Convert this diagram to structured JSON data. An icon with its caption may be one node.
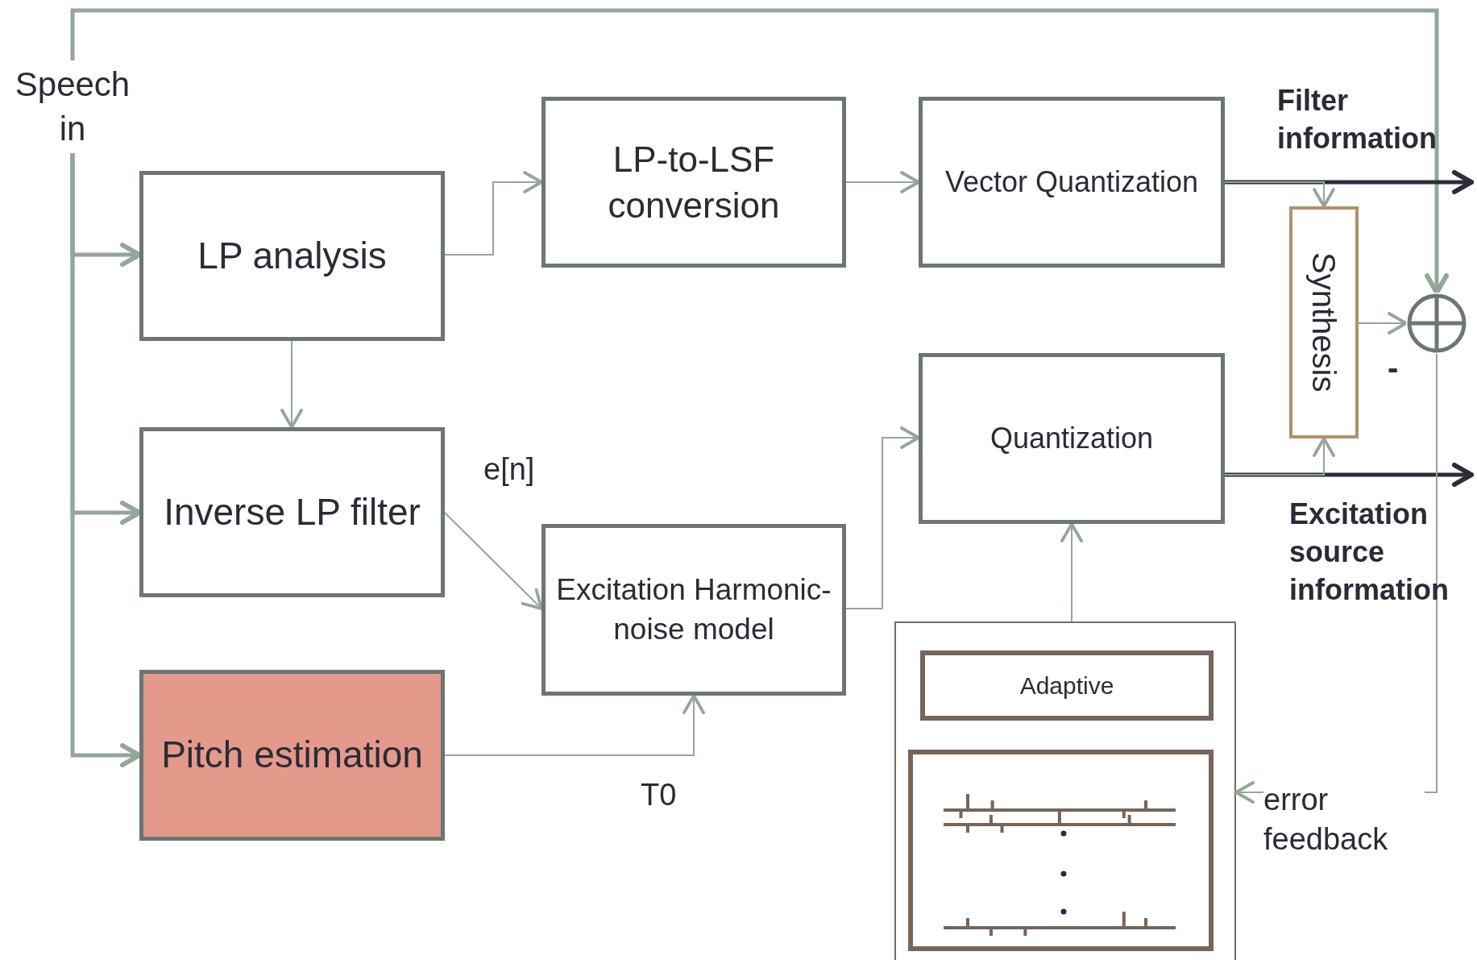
{
  "diagram": {
    "nodes": [
      {
        "text": [
          "Speech in"
        ]
      },
      {
        "text": [
          "LP analysis"
        ]
      },
      {
        "text": [
          "LP-to-LSF conversion"
        ]
      },
      {
        "text": [
          "Vector Quantization"
        ]
      },
      {
        "text": [
          "Inverse LP filter"
        ]
      },
      {
        "text": [
          "Excitation Harmonic-noise model"
        ]
      },
      {
        "text": [
          "Quantization"
        ]
      },
      {
        "text": [
          "Pitch estimation"
        ]
      },
      {
        "text": [
          "Synthesis"
        ]
      },
      {
        "text": [],
        "shape": "circle"
      },
      {
        "text": [],
        "shape": "box"
      },
      {
        "text": [
          "Adaptive"
        ],
        "in": 10
      },
      {
        "text": [],
        "shape": "box",
        "in": 10
      }
    ],
    "edges": [
      {
        "from": 0,
        "to": 1,
        "arrow": "to",
        "style": "thick"
      },
      {
        "from": 0,
        "to": 4,
        "arrow": "to",
        "style": "thick"
      },
      {
        "from": 0,
        "to": 7,
        "arrow": "to",
        "style": "thick"
      },
      {
        "from": 0,
        "to": 9,
        "arrow": "to",
        "style": "thick"
      },
      {
        "from": 1,
        "to": 2,
        "arrow": "to"
      },
      {
        "from": 1,
        "to": 4,
        "arrow": "to"
      },
      {
        "from": 2,
        "to": 3,
        "arrow": "to"
      },
      {
        "from": 3,
        "to": null,
        "arrow": "to",
        "style": "thick",
        "color": "#2b2d3a"
      },
      {
        "from": 3,
        "to": 8,
        "arrow": "to"
      },
      {
        "from": 4,
        "to": 5,
        "arrow": "to",
        "label": "e[n]"
      },
      {
        "from": 5,
        "to": 6,
        "arrow": "to"
      },
      {
        "from": 7,
        "to": 5,
        "arrow": "to",
        "label": "T0"
      },
      {
        "from": 10,
        "to": 6,
        "arrow": "to"
      },
      {
        "from": 6,
        "to": null,
        "arrow": "to",
        "style": "thick",
        "color": "#2b2d3a"
      },
      {
        "from": 6,
        "to": 8,
        "arrow": "to"
      },
      {
        "from": 8,
        "to": 9,
        "arrow": "to"
      },
      {
        "from": 9,
        "to": 10,
        "arrow": "to",
        "label": "error feedback"
      }
    ],
    "labels": [
      "Filter information",
      "-",
      "Excitation source information"
    ]
  }
}
